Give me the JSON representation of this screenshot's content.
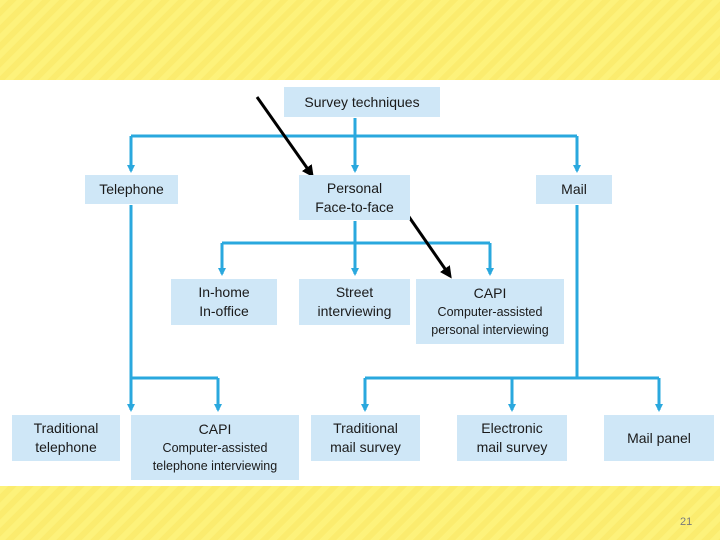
{
  "slide_number": "21",
  "colors": {
    "connector": "#2aa8de",
    "box_fill": "#cfe7f7",
    "arrow": "#000000",
    "band": "#fdf27a"
  },
  "nodes": {
    "root": {
      "lines": [
        "Survey techniques"
      ]
    },
    "telephone": {
      "lines": [
        "Telephone"
      ]
    },
    "personal": {
      "lines": [
        "Personal",
        "Face-to-face"
      ]
    },
    "mail": {
      "lines": [
        "Mail"
      ]
    },
    "in_home": {
      "lines": [
        "In-home",
        "In-office"
      ]
    },
    "street": {
      "lines": [
        "Street",
        "interviewing"
      ]
    },
    "capi_personal": {
      "title": "CAPI",
      "lines": [
        "Computer-assisted",
        "personal interviewing"
      ]
    },
    "trad_telephone": {
      "lines": [
        "Traditional",
        "telephone"
      ]
    },
    "capi_telephone": {
      "title": "CAPI",
      "lines": [
        "Computer-assisted",
        "telephone interviewing"
      ]
    },
    "trad_mail": {
      "lines": [
        "Traditional",
        "mail survey"
      ]
    },
    "electronic_mail": {
      "lines": [
        "Electronic",
        "mail survey"
      ]
    },
    "mail_panel": {
      "lines": [
        "Mail panel"
      ]
    }
  }
}
